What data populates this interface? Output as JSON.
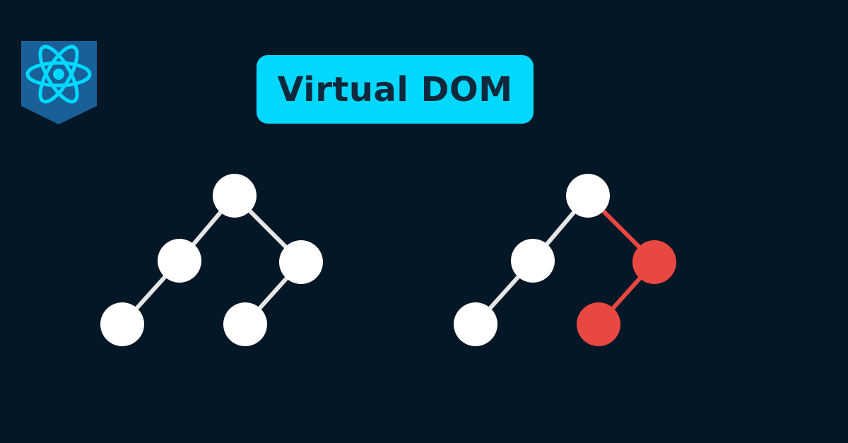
{
  "title": "Virtual DOM",
  "logo": {
    "icon": "react-atom-icon",
    "shield_color": "#195f98",
    "atom_color": "#00d8ff"
  },
  "colors": {
    "background": "#041727",
    "node": "#ffffff",
    "edge": "#e6e6e6",
    "changed": "#e84742"
  },
  "trees": [
    {
      "name": "original-tree",
      "changed_nodes": []
    },
    {
      "name": "updated-tree",
      "changed_nodes": [
        "right-child",
        "right-left-leaf"
      ]
    }
  ]
}
